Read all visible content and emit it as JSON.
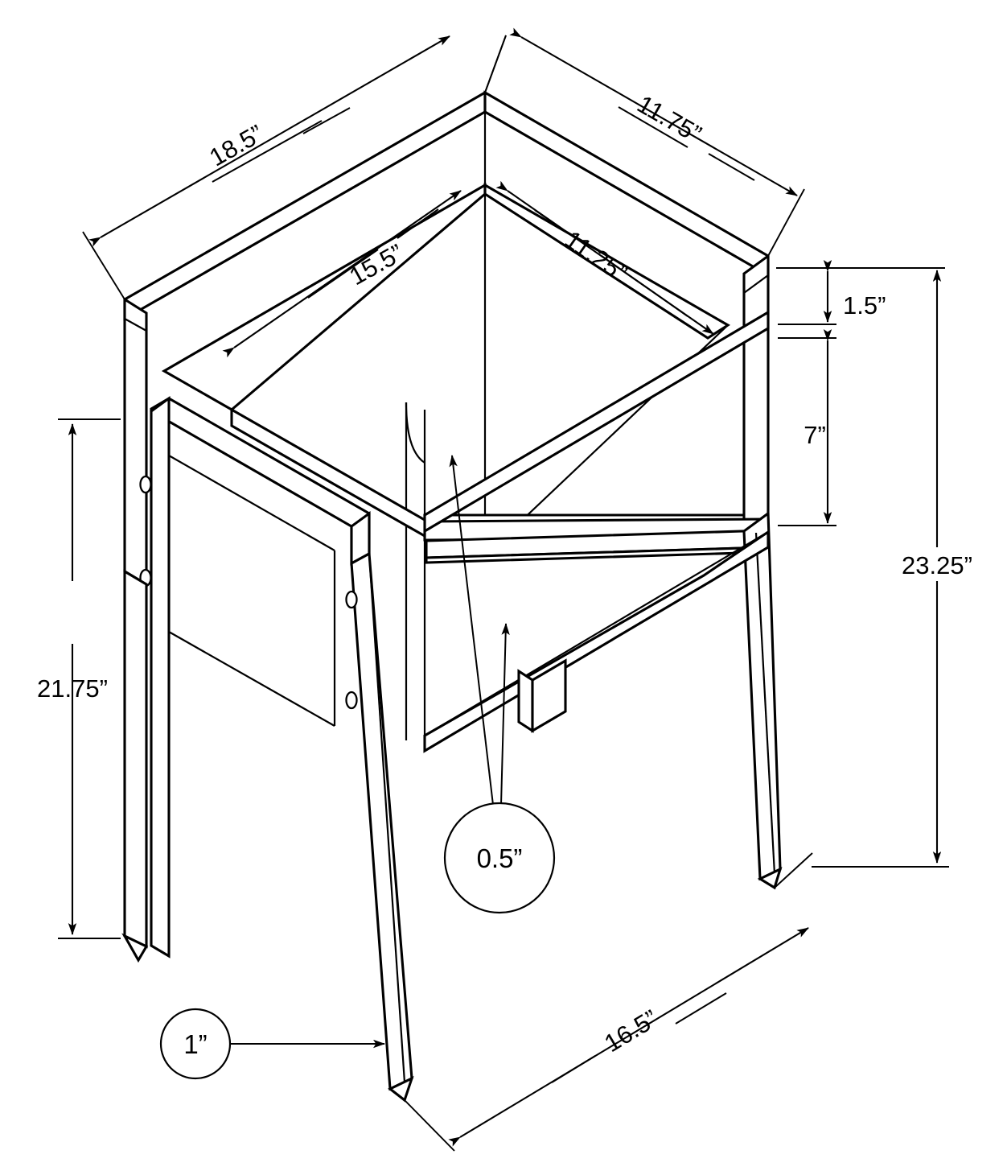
{
  "drawing": {
    "title": "Accent end table assembly dimension drawing",
    "subject": "2-tier accent side table",
    "units": "inches",
    "view": "isometric",
    "line_color": "#000000",
    "background_color": "#ffffff"
  },
  "dimensions": {
    "overall_width": "18.5”",
    "overall_depth": "11.75”",
    "top_inner_width": "15.5”",
    "top_inner_depth": "11.25”",
    "top_panel_thickness": "1.5”",
    "shelf_clearance": "7”",
    "overall_height": "23.25”",
    "leg_height": "21.75”",
    "base_spread": "16.5”",
    "panel_thickness": "0.5”",
    "leg_thickness": "1”"
  },
  "callouts": [
    {
      "name": "panel-thickness-callout",
      "value": "0.5”"
    },
    {
      "name": "leg-thickness-callout",
      "value": "1”"
    }
  ],
  "labels": {
    "width_18_5": "18.5”",
    "depth_11_75": "11.75”",
    "inner_width_15_5": "15.5”",
    "inner_depth_11_25": "11.25”",
    "thickness_1_5": "1.5”",
    "clearance_7": "7”",
    "height_23_25": "23.25”",
    "leg_height_21_75": "21.75”",
    "base_16_5": "16.5”",
    "bubble_0_5": "0.5”",
    "bubble_1": "1”"
  }
}
